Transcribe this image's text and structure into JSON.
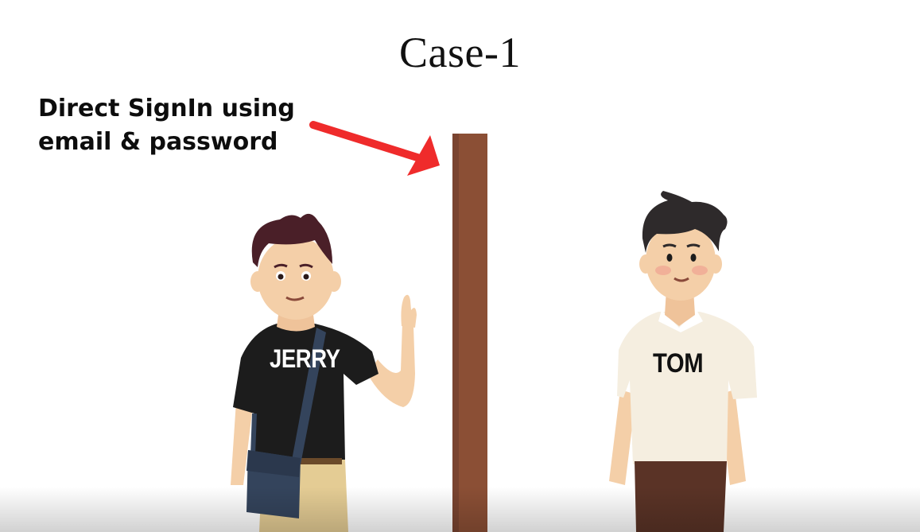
{
  "slide": {
    "title": "Case-1",
    "callout_line1": "Direct SignIn using",
    "callout_line2": "email & password"
  },
  "characters": {
    "left_shirt_text": "JERRY",
    "right_shirt_text": "TOM"
  },
  "colors": {
    "arrow": "#ef2b2b",
    "wall": "#8b4f35",
    "jerry_shirt": "#1c1c1c",
    "jerry_pants": "#e4cc94",
    "jerry_bag": "#34445c",
    "tom_shirt": "#f5eee0",
    "tom_pants": "#5a3326",
    "hair_left": "#4a1f28",
    "hair_right": "#2e2a2b",
    "skin": "#f4cfa8"
  },
  "icons": {
    "pointer": "red-arrow-icon"
  }
}
